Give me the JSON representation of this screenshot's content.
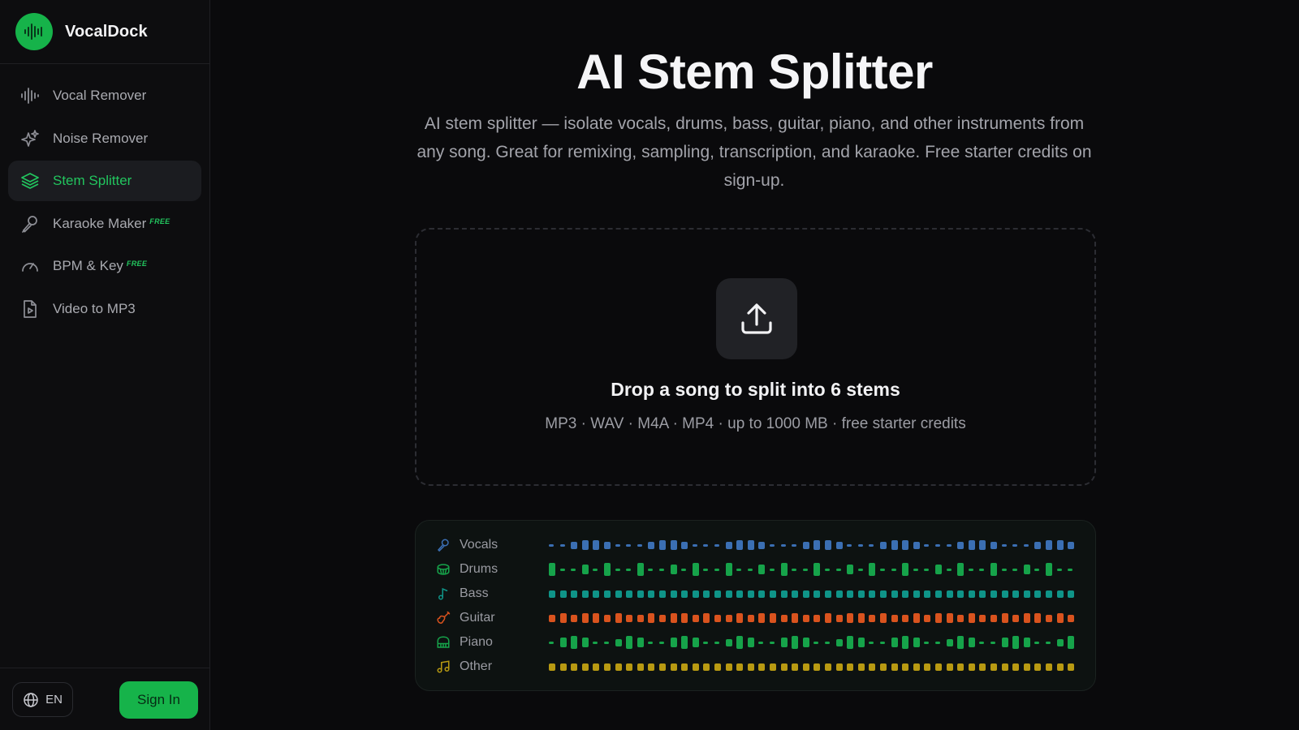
{
  "brand": {
    "name": "VocalDock",
    "logo_icon": "waveform-icon",
    "accent": "#16b34a"
  },
  "sidebar": {
    "items": [
      {
        "label": "Vocal Remover",
        "icon": "waveform-icon",
        "active": false,
        "badge": ""
      },
      {
        "label": "Noise Remover",
        "icon": "sparkles-icon",
        "active": false,
        "badge": ""
      },
      {
        "label": "Stem Splitter",
        "icon": "layers-icon",
        "active": true,
        "badge": ""
      },
      {
        "label": "Karaoke Maker",
        "icon": "microphone-icon",
        "active": false,
        "badge": "FREE"
      },
      {
        "label": "BPM & Key",
        "icon": "gauge-icon",
        "active": false,
        "badge": "FREE"
      },
      {
        "label": "Video to MP3",
        "icon": "file-video-icon",
        "active": false,
        "badge": ""
      }
    ],
    "footer": {
      "language": "EN",
      "sign_in": "Sign In"
    }
  },
  "hero": {
    "title": "AI Stem Splitter",
    "subtitle": "AI stem splitter — isolate vocals, drums, bass, guitar, piano, and other instruments from any song. Great for remixing, sampling, transcription, and karaoke. Free starter credits on sign-up."
  },
  "dropzone": {
    "icon": "upload-icon",
    "title": "Drop a song to split into 6 stems",
    "meta": "MP3 · WAV · M4A · MP4 · up to 1000 MB · free starter credits"
  },
  "stems": [
    {
      "label": "Vocals",
      "icon": "microphone-icon",
      "color": "#3b6fb3",
      "pattern": "vocals"
    },
    {
      "label": "Drums",
      "icon": "drum-icon",
      "color": "#16a34a",
      "pattern": "drums"
    },
    {
      "label": "Bass",
      "icon": "music-note-icon",
      "color": "#0f9488",
      "pattern": "bass"
    },
    {
      "label": "Guitar",
      "icon": "guitar-icon",
      "color": "#d9531e",
      "pattern": "guitar"
    },
    {
      "label": "Piano",
      "icon": "piano-icon",
      "color": "#16a34a",
      "pattern": "piano"
    },
    {
      "label": "Other",
      "icon": "music-notes-icon",
      "color": "#b89a12",
      "pattern": "other"
    }
  ]
}
